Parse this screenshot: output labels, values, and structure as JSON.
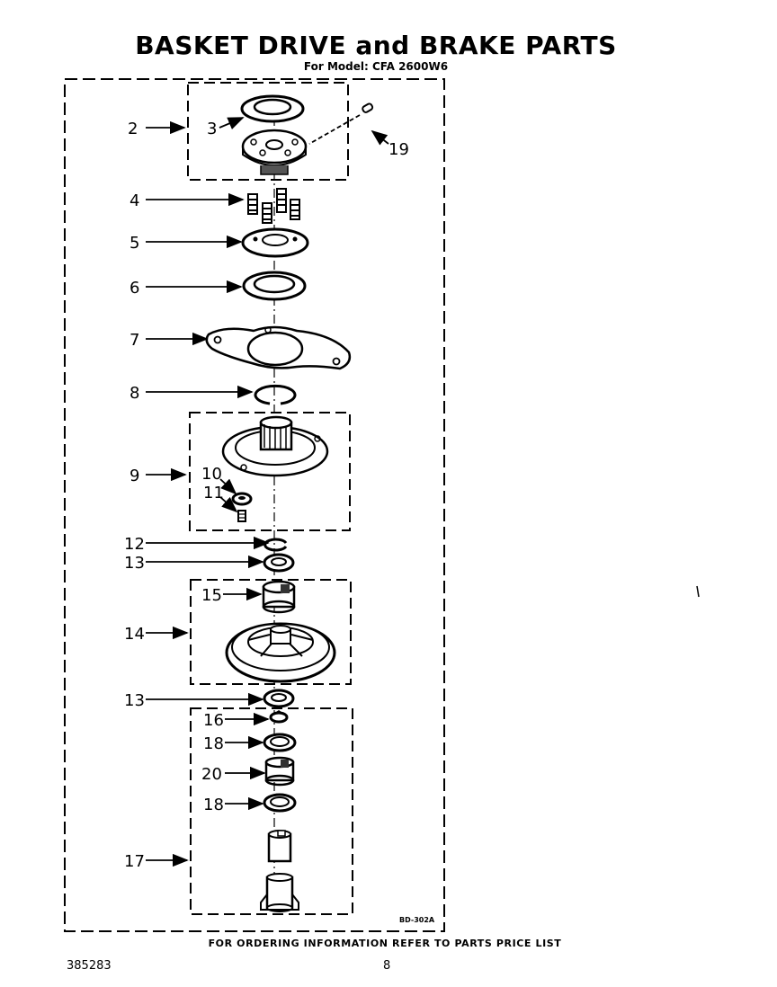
{
  "header": {
    "title": "BASKET DRIVE and BRAKE PARTS",
    "subtitle": "For Model: CFA 2600W6"
  },
  "diagram": {
    "id_label": "BD-302A",
    "callouts": [
      "2",
      "3",
      "19",
      "4",
      "5",
      "6",
      "7",
      "8",
      "9",
      "10",
      "11",
      "12",
      "13",
      "15",
      "14",
      "13",
      "16",
      "18",
      "20",
      "18",
      "17"
    ]
  },
  "footer": {
    "ordering_note": "FOR ORDERING INFORMATION REFER TO PARTS PRICE LIST",
    "part_number": "385283",
    "page_number": "8"
  }
}
